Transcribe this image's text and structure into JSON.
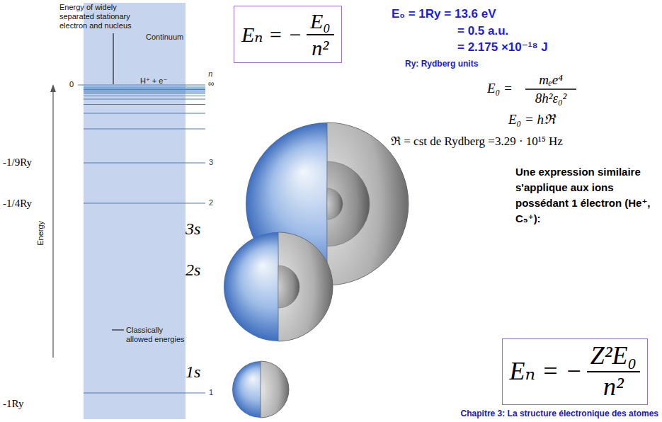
{
  "diagram": {
    "nodes": [
      {
        "text": [
          "Continuum",
          "H⁺ + e⁻",
          "Classically allowed energies"
        ]
      },
      {
        "text": [
          "Eₙ = −",
          "E₀",
          "n²"
        ]
      },
      {
        "text": [
          "Eₙ = −",
          "Z²E₀",
          "n²"
        ]
      }
    ],
    "labels": [
      "Energy of widely separated stationary electron and nucleus",
      "n",
      "0",
      "∞",
      "-1/9Ry",
      "3",
      "-1/4Ry",
      "2",
      "Energy",
      "1",
      "-1Ry",
      "3s",
      "2s",
      "1s",
      "E₀ = 1Ry = 13.6 eV",
      "= 0.5 a.u.",
      "= 2.175 ×10⁻¹⁸ J",
      "Ry: Rydberg units",
      "E₀ =",
      "mₑe⁴",
      "8h²ε₀²",
      "E₀ = hℜ",
      "ℜ = cst de Rydberg =3.29 · 10¹⁵ Hz",
      "Une expression similaire s'applique aux ions possédant 1 électron (He⁺, C₅⁺):",
      "Chapitre 3: La structure électronique des atomes"
    ]
  }
}
